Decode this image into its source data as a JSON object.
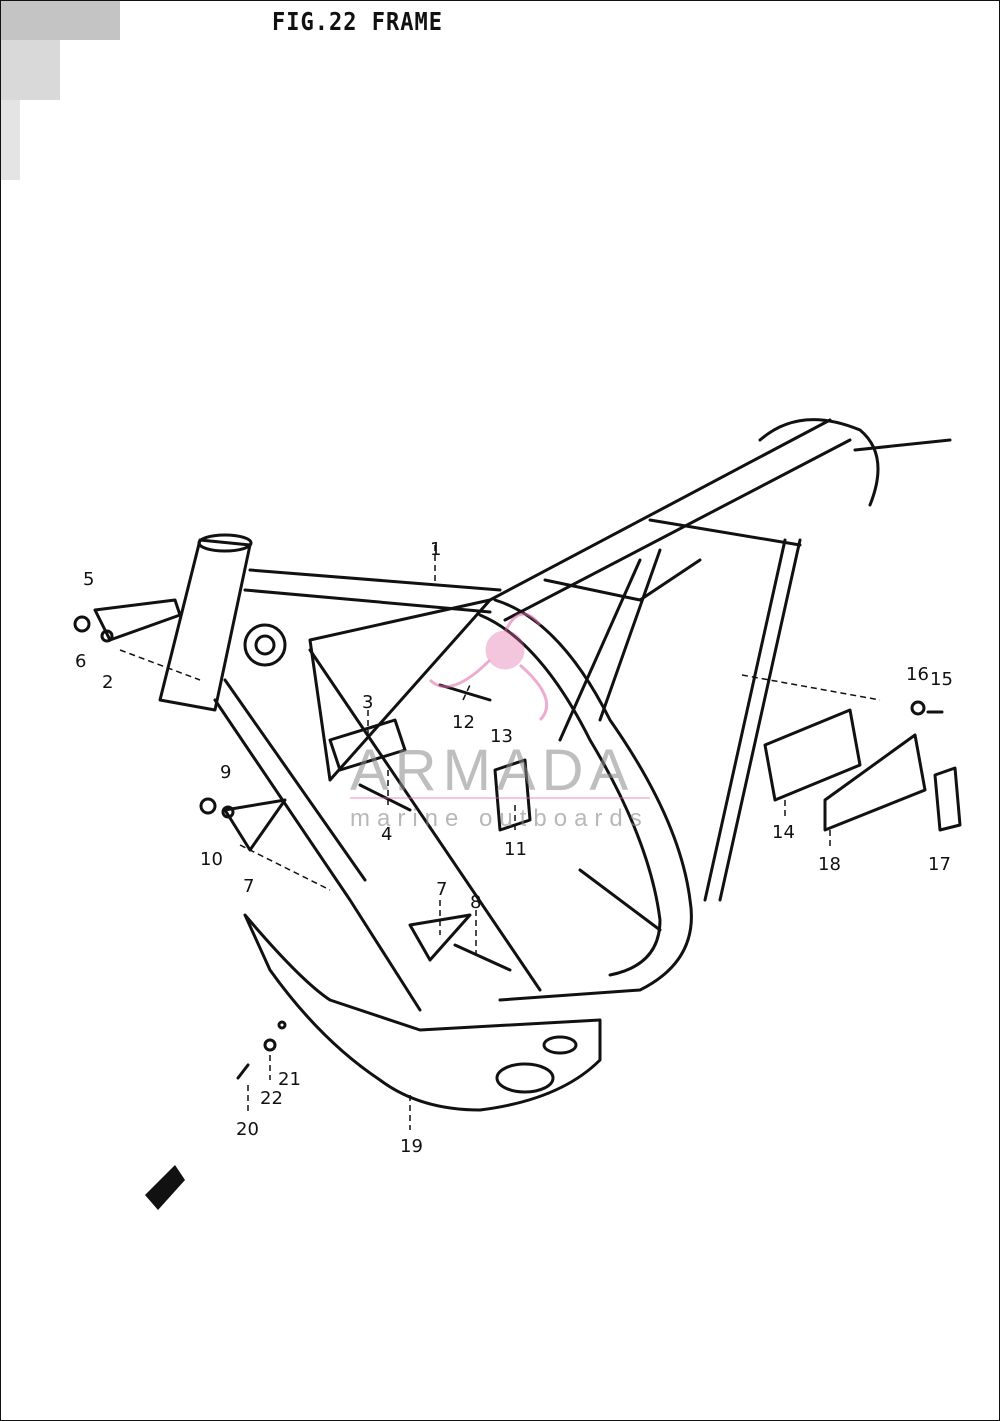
{
  "header": {
    "title": "FIG.22  FRAME"
  },
  "watermark": {
    "brand": "ARMADA",
    "tagline": "marine outboards",
    "accent_color": "#e06aa8"
  },
  "callouts": {
    "c1": "1",
    "c2": "2",
    "c3": "3",
    "c4": "4",
    "c5": "5",
    "c6": "6",
    "c7a": "7",
    "c7b": "7",
    "c8": "8",
    "c9": "9",
    "c10": "10",
    "c11": "11",
    "c12": "12",
    "c13": "13",
    "c14": "14",
    "c15": "15",
    "c16": "16",
    "c17": "17",
    "c18": "18",
    "c19": "19",
    "c20": "20",
    "c21": "21",
    "c22": "22"
  },
  "icons": {
    "direction_marker": "arrow-marker-icon"
  }
}
